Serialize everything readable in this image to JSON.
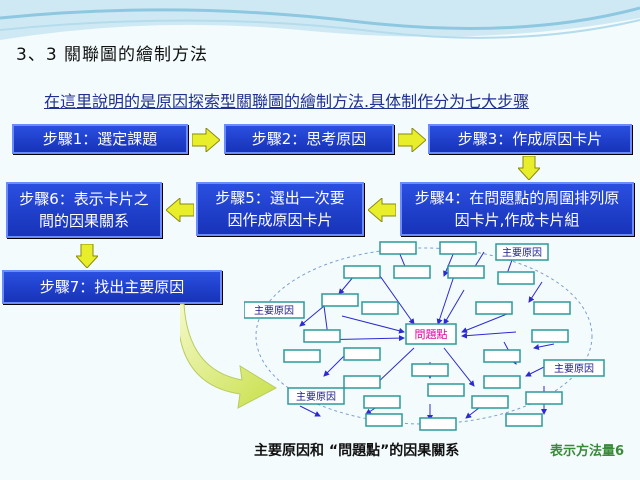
{
  "slide": {
    "title": "3、3 關聯圖的繪制方法",
    "subtitle": "在這里說明的是原因探索型關聯圖的繪制方法.具体制作分为七大步骤"
  },
  "steps": [
    {
      "label": "步驟1：選定課題"
    },
    {
      "label": "步驟2：思考原因"
    },
    {
      "label": "步驟3：作成原因卡片"
    },
    {
      "label": "步驟4：在問題點的周圍排列原因卡片,作成卡片組"
    },
    {
      "label": "步驟5：選出一次要因作成原因卡片"
    },
    {
      "label": "步驟6：表示卡片之間的因果關系"
    },
    {
      "label": "步驟7：找出主要原因"
    }
  ],
  "diagram": {
    "center_label": "問題點",
    "main_cause_label": "主要原因",
    "caption": "主要原因和 “問題點”的因果關系"
  },
  "watermark": "表示方法量6",
  "colors": {
    "step_fill": "#1f3fd0",
    "arrow_fill": "#e8ef2a",
    "node_border": "#2b9a9a",
    "center_text": "#e000a0"
  }
}
